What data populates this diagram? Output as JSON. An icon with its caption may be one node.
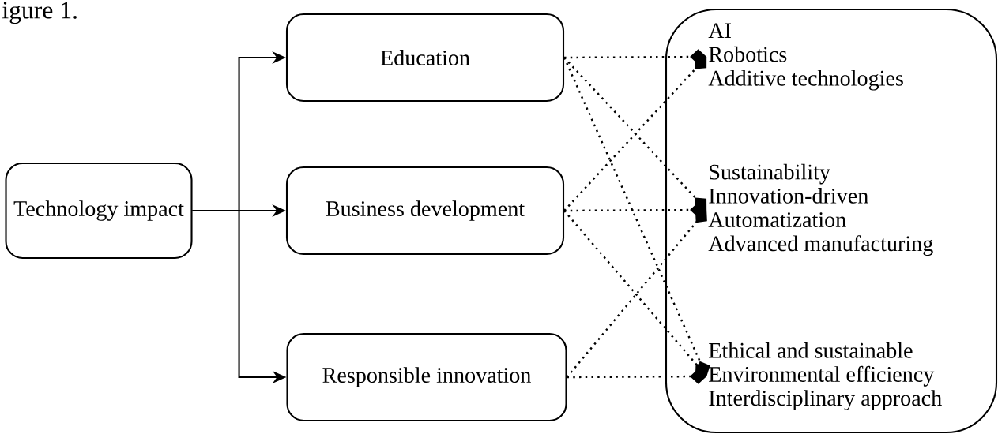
{
  "diagram": {
    "nodes": [
      {
        "text": [
          "Technology impact"
        ]
      },
      {
        "text": [
          "Education"
        ]
      },
      {
        "text": [
          "Business development"
        ]
      },
      {
        "text": [
          "Responsible innovation"
        ]
      },
      {
        "text": [],
        "shape": "box"
      },
      {
        "text": [
          "AI",
          "Robotics",
          "Additive technologies"
        ],
        "in": 4
      },
      {
        "text": [
          "Sustainability",
          "Innovation-driven",
          "Automatization",
          "Advanced manufacturing"
        ],
        "in": 4
      },
      {
        "text": [
          "Ethical and sustainable",
          "Environmental efficiency",
          "Interdisciplinary approach"
        ],
        "in": 4
      }
    ],
    "edges": [
      {
        "from": 0,
        "to": 1,
        "arrow": "to"
      },
      {
        "from": 0,
        "to": 2,
        "arrow": "to"
      },
      {
        "from": 0,
        "to": 3,
        "arrow": "to"
      },
      {
        "from": 1,
        "to": 5,
        "arrow": "other",
        "style": "dashed"
      },
      {
        "from": 1,
        "to": 6,
        "arrow": "other",
        "style": "dashed"
      },
      {
        "from": 2,
        "to": 5,
        "arrow": "other",
        "style": "dashed"
      },
      {
        "from": 2,
        "to": 6,
        "arrow": "other",
        "style": "dashed"
      },
      {
        "from": 2,
        "to": 7,
        "arrow": "other",
        "style": "dashed"
      },
      {
        "from": 3,
        "to": 6,
        "arrow": "other",
        "style": "dashed"
      },
      {
        "from": 3,
        "to": 7,
        "arrow": "other",
        "style": "dashed"
      },
      {
        "from": 1,
        "to": 7,
        "arrow": "other",
        "style": "dashed"
      }
    ],
    "labels": [
      "igure 1."
    ]
  }
}
